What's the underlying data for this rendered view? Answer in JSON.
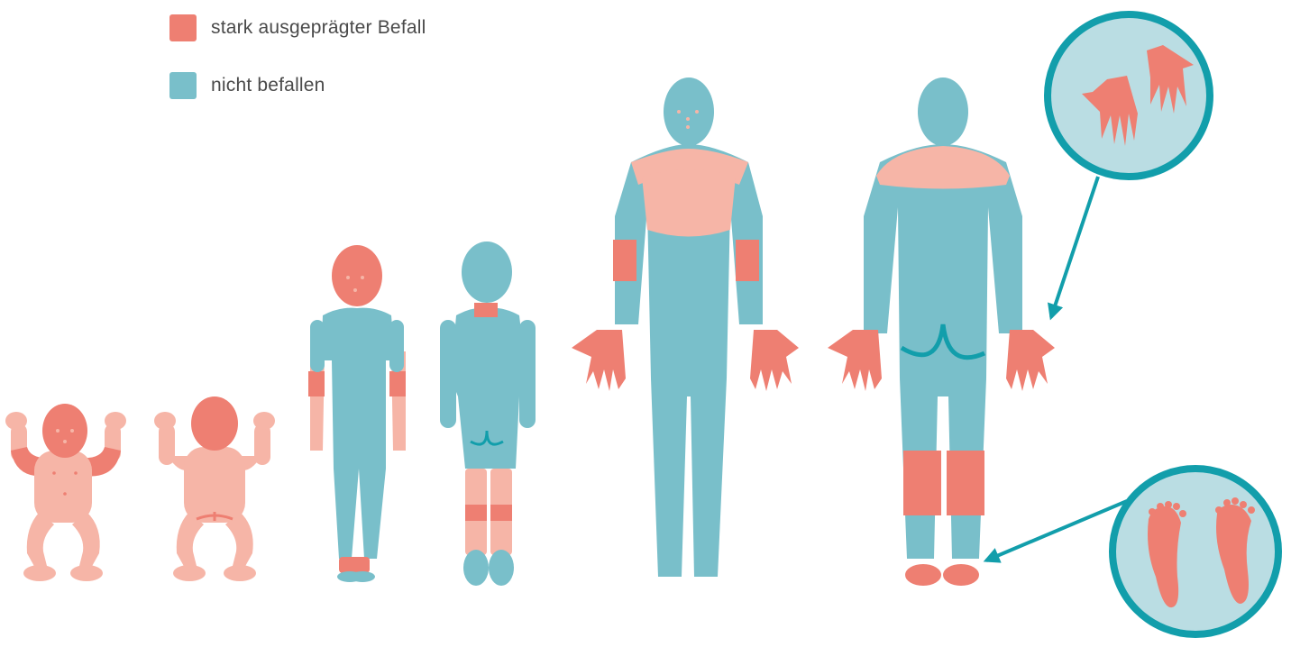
{
  "colors": {
    "severe": "#ee7f72",
    "mild": "#f6b5a7",
    "unaffected": "#79bfca",
    "circle_fill": "#badde3",
    "circle_ring": "#129eab",
    "arrow": "#129eab",
    "detail": "#ffffff",
    "seam": "#129eab"
  },
  "legend": {
    "items": [
      {
        "label": "stark ausgeprägter Befall",
        "color": "#ee7f72"
      },
      {
        "label": "nicht befallen",
        "color": "#79bfca"
      }
    ]
  },
  "figures": [
    {
      "name": "infant-front",
      "view": "front",
      "age_group": "infant"
    },
    {
      "name": "infant-back",
      "view": "back",
      "age_group": "infant"
    },
    {
      "name": "child-front",
      "view": "front",
      "age_group": "child"
    },
    {
      "name": "child-back",
      "view": "back",
      "age_group": "child"
    },
    {
      "name": "adult-front",
      "view": "front",
      "age_group": "adult"
    },
    {
      "name": "adult-back",
      "view": "back",
      "age_group": "adult"
    }
  ],
  "detail_callouts": [
    {
      "name": "hands-detail",
      "icon": "hands-icon"
    },
    {
      "name": "feet-detail",
      "icon": "feet-icon"
    }
  ]
}
